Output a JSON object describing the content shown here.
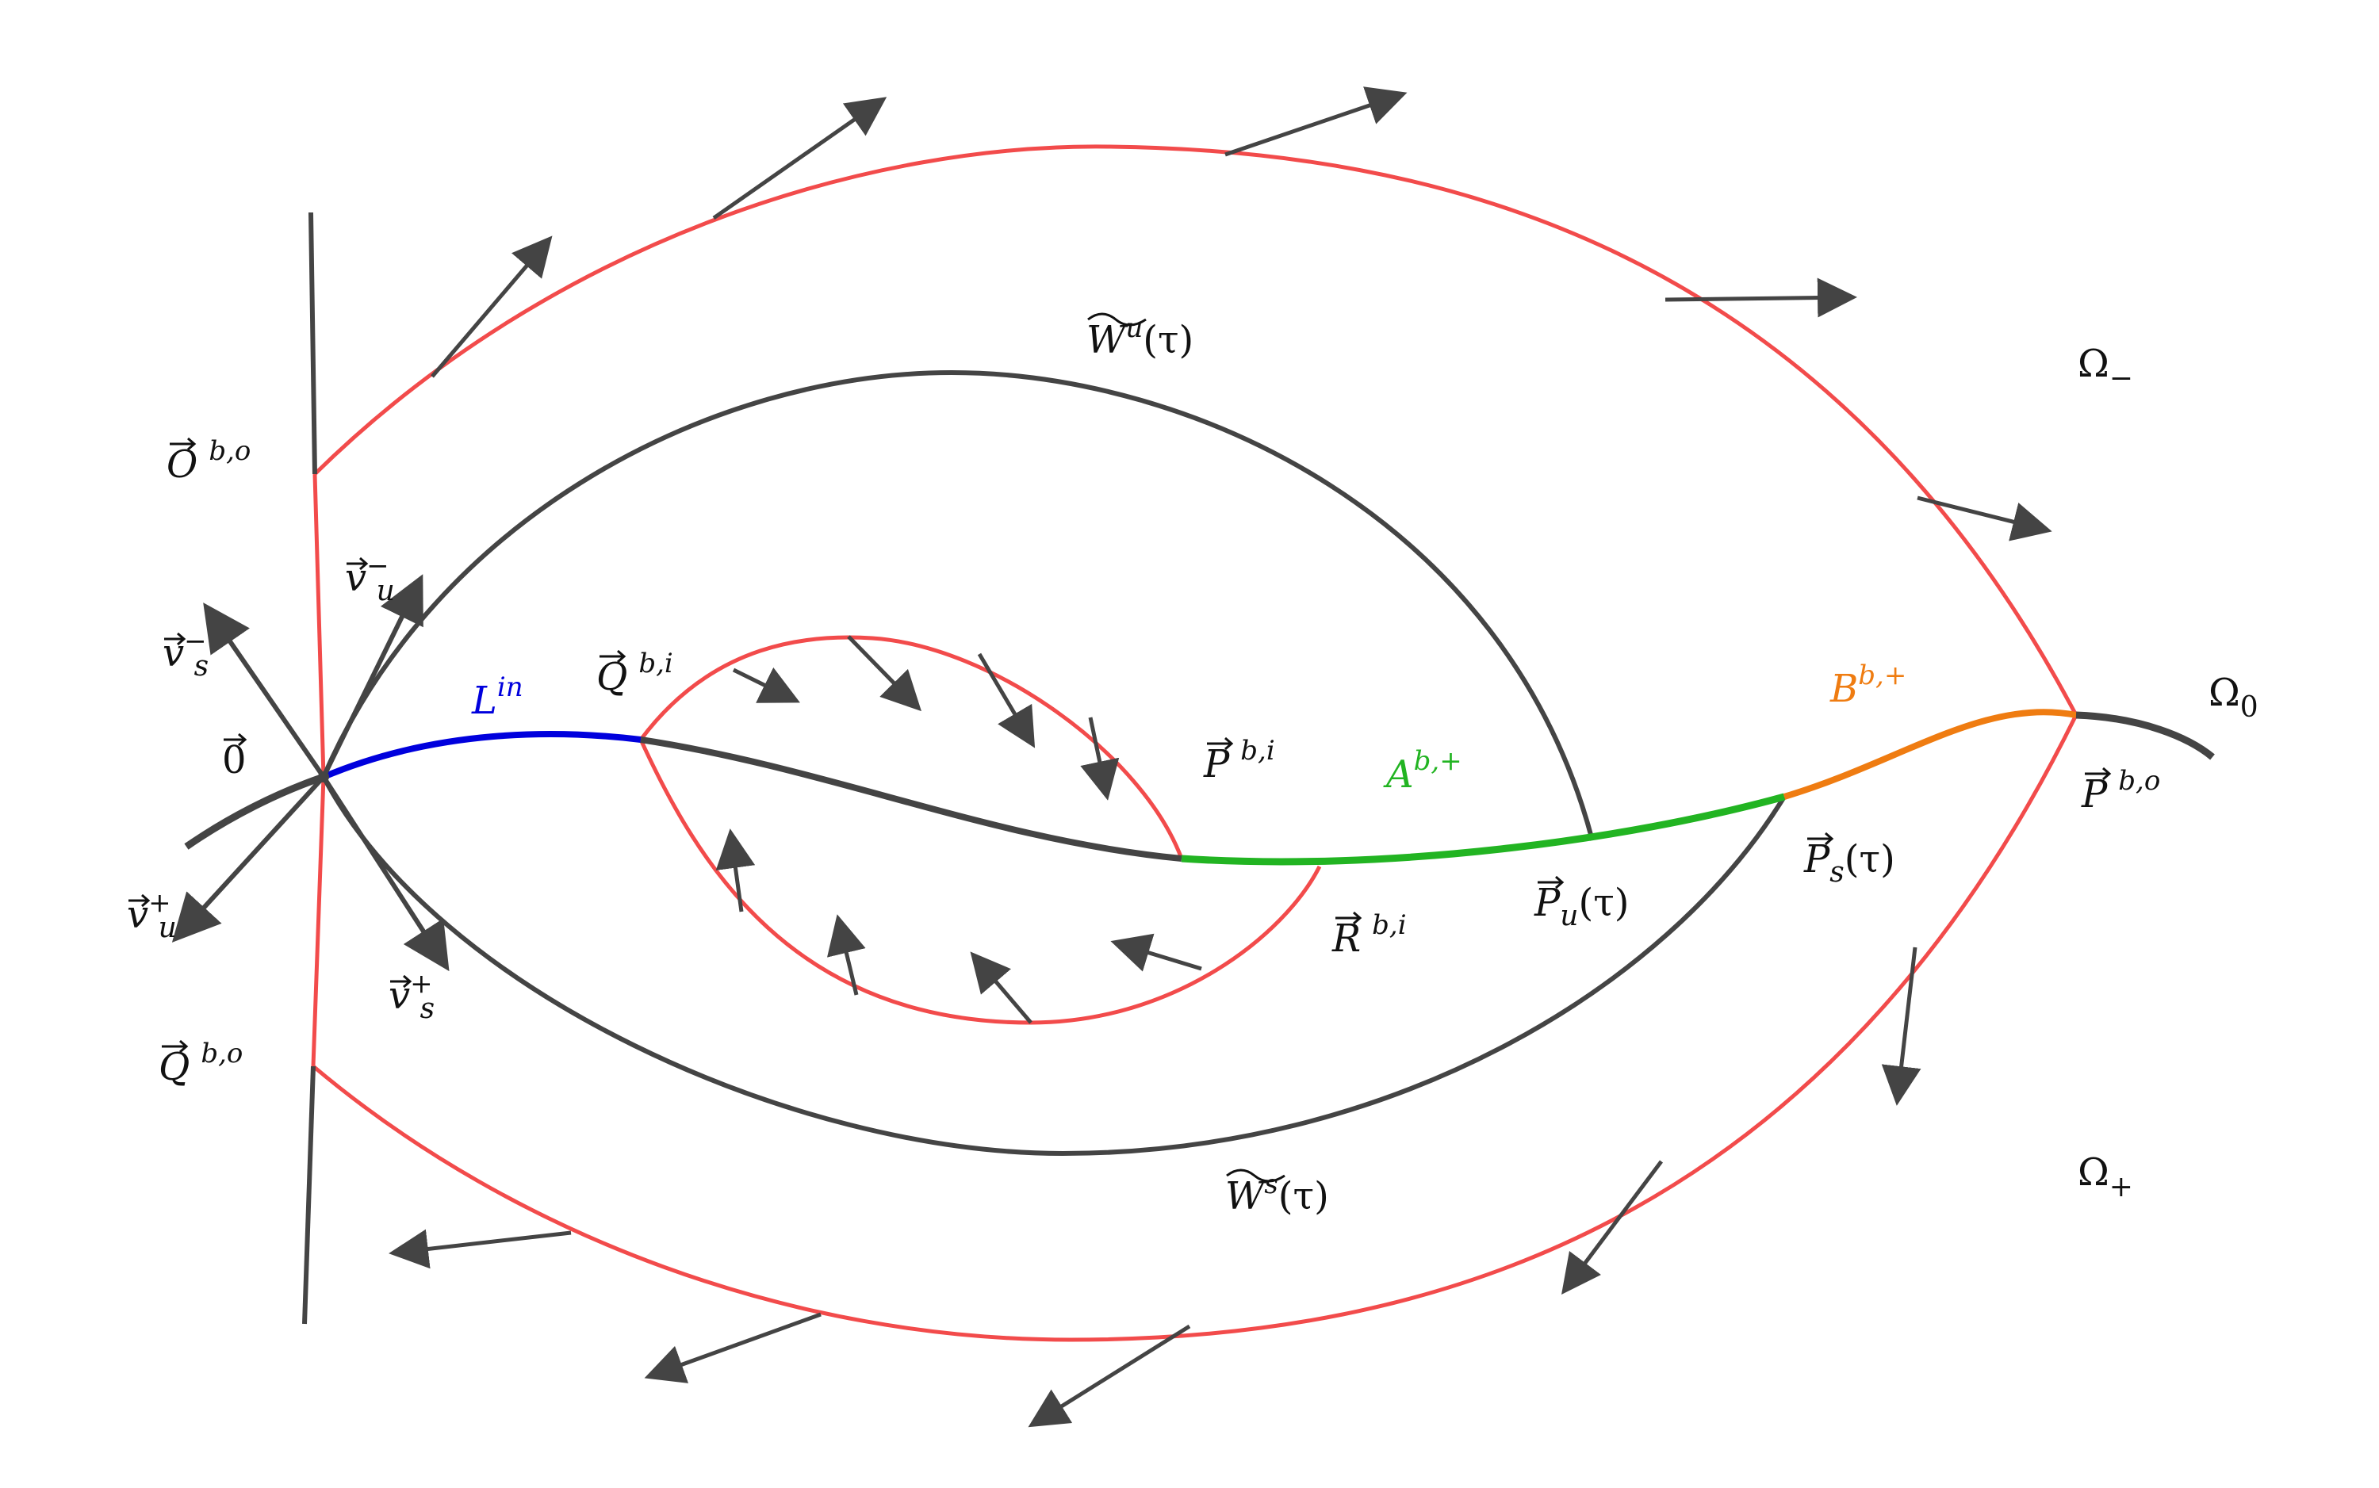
{
  "colors": {
    "boundary": "#f24b4b",
    "curve": "#444444",
    "blue": "#0000dd",
    "green": "#22b422",
    "orange": "#ef7c11",
    "text": "#111111"
  },
  "labels": {
    "Wu": {
      "base": "W",
      "sup": "u",
      "arg": "(τ)"
    },
    "Ws": {
      "base": "W",
      "sup": "s",
      "arg": "(τ)"
    },
    "Omega_minus": {
      "base": "Ω",
      "sub": "−"
    },
    "Omega_plus": {
      "base": "Ω",
      "sub": "+"
    },
    "Omega_0": {
      "base": "Ω",
      "sub": "0"
    },
    "O_bo": {
      "base": "O",
      "sup": "b,o"
    },
    "Q_bo": {
      "base": "Q",
      "sup": "b,o"
    },
    "P_bo": {
      "base": "P",
      "sup": "b,o"
    },
    "Q_bi": {
      "base": "Q",
      "sup": "b,i"
    },
    "P_bi": {
      "base": "P",
      "sup": "b,i"
    },
    "R_bi": {
      "base": "R",
      "sup": "b,i"
    },
    "zero": {
      "base": "0"
    },
    "L_in": {
      "base": "L",
      "sup": "in"
    },
    "A_bplus": {
      "base": "A",
      "sup": "b,+"
    },
    "B_bplus": {
      "base": "B",
      "sup": "b,+"
    },
    "Pu": {
      "base": "P",
      "sub": "u",
      "arg": "(τ)"
    },
    "Ps": {
      "base": "P",
      "sub": "s",
      "arg": "(τ)"
    },
    "vu_minus": {
      "base": "v",
      "sub": "u",
      "sup": "−"
    },
    "vs_minus": {
      "base": "v",
      "sub": "s",
      "sup": "−"
    },
    "vu_plus": {
      "base": "v",
      "sub": "u",
      "sup": "+"
    },
    "vs_plus": {
      "base": "v",
      "sub": "s",
      "sup": "+"
    }
  }
}
